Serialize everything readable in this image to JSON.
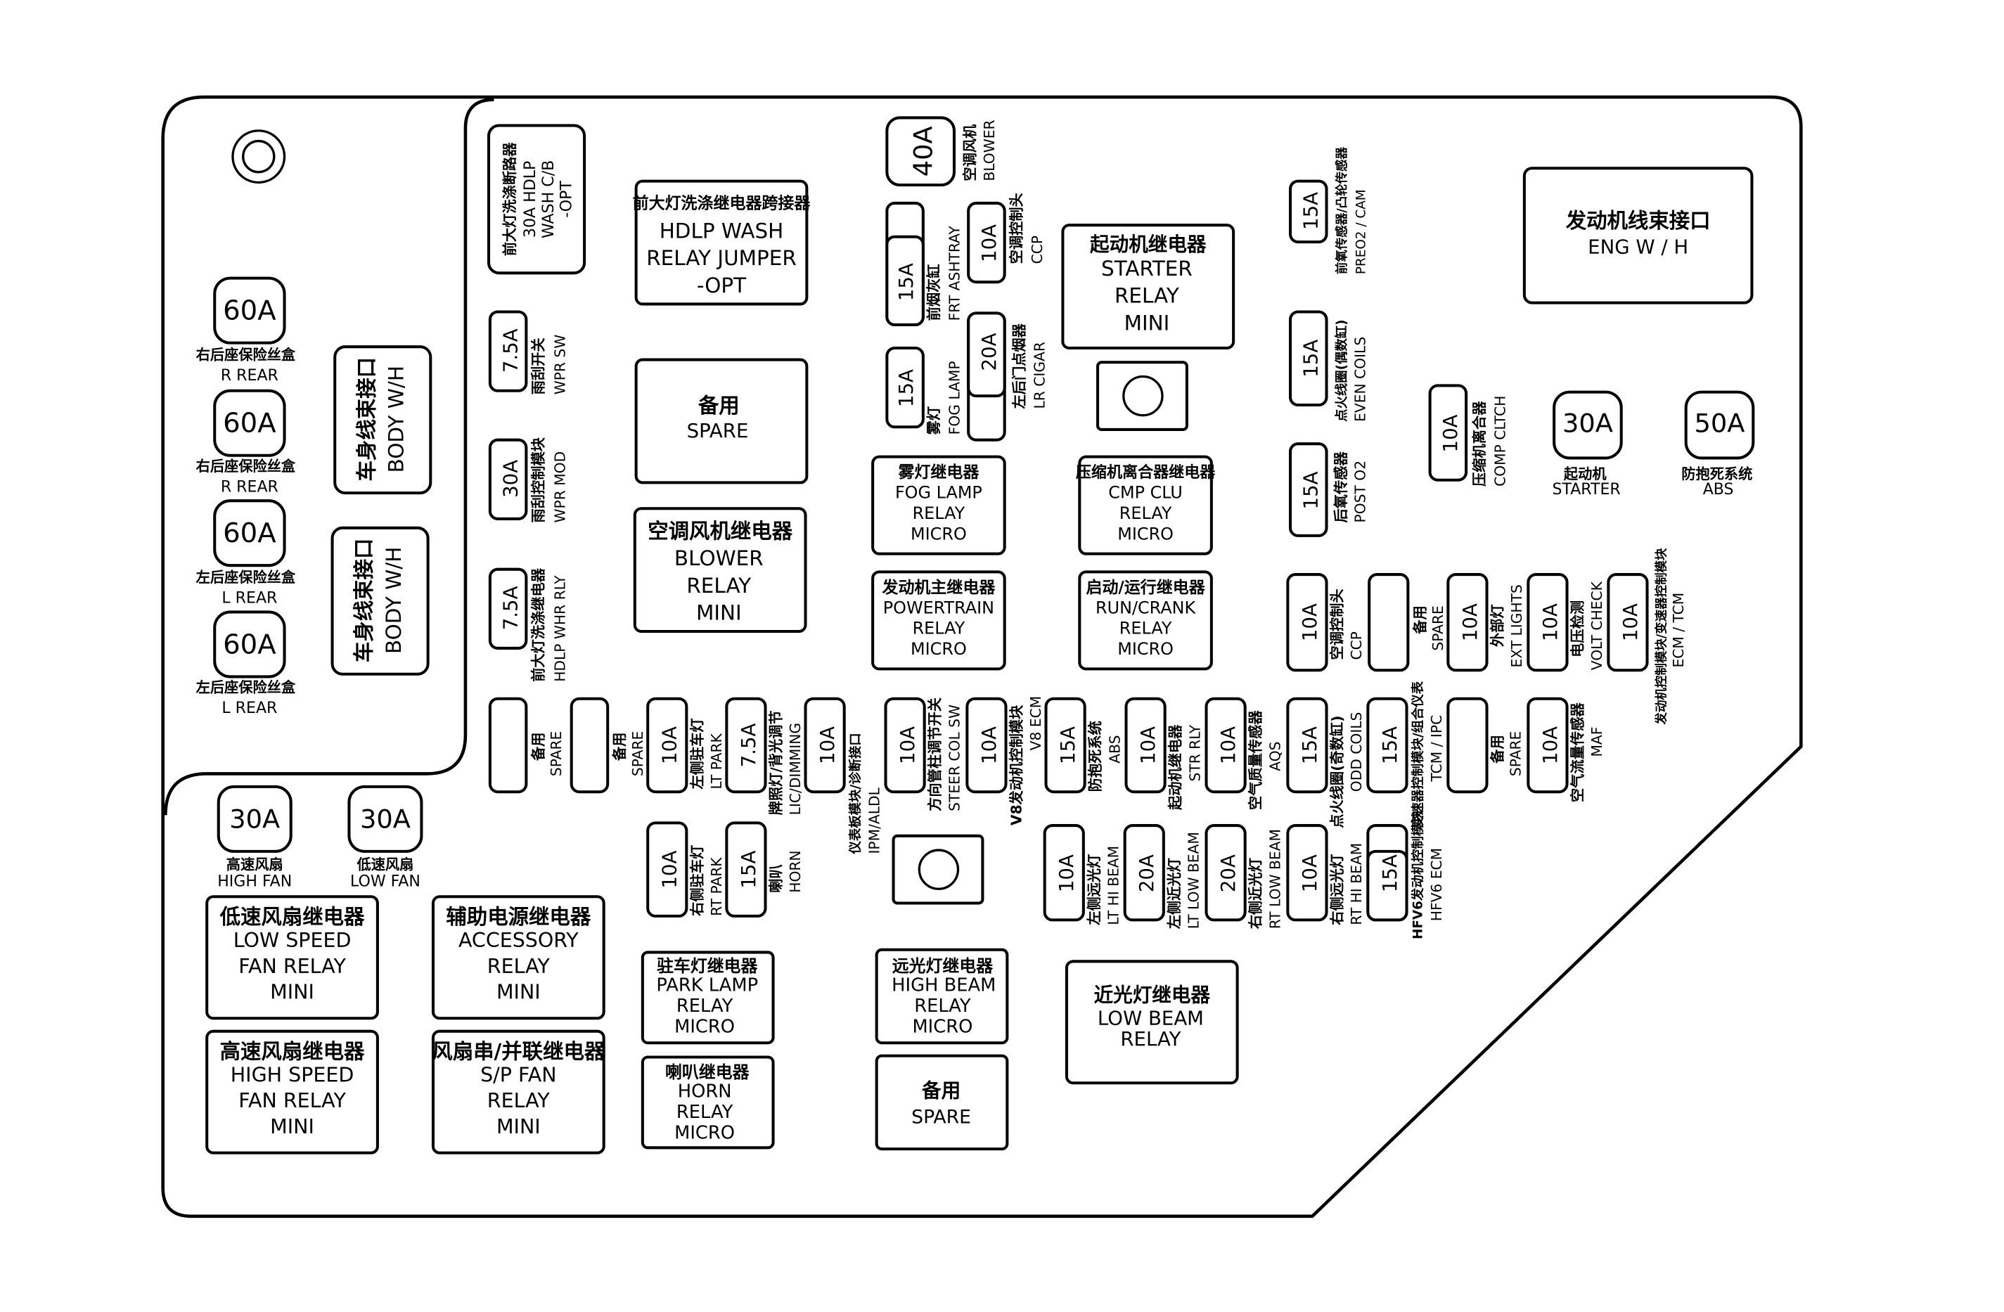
{
  "colors": {
    "ink": "#000000",
    "paper": "#ffffff"
  },
  "connectors": {
    "body_wh_1": {
      "cn": "车身线束接口",
      "en": "BODY W/H"
    },
    "body_wh_2": {
      "cn": "车身线束接口",
      "en": "BODY W/H"
    },
    "eng_wh": {
      "cn": "发动机线束接口",
      "en": "ENG W / H"
    }
  },
  "rear_fuses": [
    {
      "amp": "60A",
      "cn": "右后座保险丝盒",
      "en": "R REAR"
    },
    {
      "amp": "60A",
      "cn": "右后座保险丝盒",
      "en": "R REAR"
    },
    {
      "amp": "60A",
      "cn": "左后座保险丝盒",
      "en": "L REAR"
    },
    {
      "amp": "60A",
      "cn": "左后座保险丝盒",
      "en": "L REAR"
    }
  ],
  "fan_fuses": {
    "high": {
      "amp": "30A",
      "cn": "高速风扇",
      "en": "HIGH FAN"
    },
    "low": {
      "amp": "30A",
      "cn": "低速风扇",
      "en": "LOW FAN"
    }
  },
  "relays": {
    "hdlp_wash_cb": {
      "cn": "前大灯洗涤断路器",
      "l1": "30A HDLP",
      "l2": "WASH C/B",
      "l3": "-OPT"
    },
    "hdlp_wash_jumper": {
      "cn": "前大灯洗涤继电器跨接器",
      "l1": "HDLP WASH",
      "l2": "RELAY JUMPER",
      "l3": "-OPT"
    },
    "spare_a": {
      "cn": "备用",
      "l1": "SPARE"
    },
    "blower": {
      "cn": "空调风机继电器",
      "l1": "BLOWER",
      "l2": "RELAY",
      "l3": "MINI"
    },
    "starter": {
      "cn": "起动机继电器",
      "l1": "STARTER",
      "l2": "RELAY",
      "l3": "MINI"
    },
    "fog_lamp": {
      "cn": "雾灯继电器",
      "l1": "FOG LAMP",
      "l2": "RELAY",
      "l3": "MICRO"
    },
    "cmp_clu": {
      "cn": "压缩机离合器继电器",
      "l1": "CMP CLU",
      "l2": "RELAY",
      "l3": "MICRO"
    },
    "powertrain": {
      "cn": "发动机主继电器",
      "l1": "POWERTRAIN",
      "l2": "RELAY",
      "l3": "MICRO"
    },
    "run_crank": {
      "cn": "启动/运行继电器",
      "l1": "RUN/CRANK",
      "l2": "RELAY",
      "l3": "MICRO"
    },
    "low_speed_fan": {
      "cn": "低速风扇继电器",
      "l1": "LOW SPEED",
      "l2": "FAN RELAY",
      "l3": "MINI"
    },
    "high_speed_fan": {
      "cn": "高速风扇继电器",
      "l1": "HIGH SPEED",
      "l2": "FAN RELAY",
      "l3": "MINI"
    },
    "accessory": {
      "cn": "辅助电源继电器",
      "l1": "ACCESSORY",
      "l2": "RELAY",
      "l3": "MINI"
    },
    "sp_fan": {
      "cn": "风扇串/并联继电器",
      "l1": "S/P FAN",
      "l2": "RELAY",
      "l3": "MINI"
    },
    "park_lamp": {
      "cn": "驻车灯继电器",
      "l1": "PARK LAMP",
      "l2": "RELAY",
      "l3": "MICRO"
    },
    "horn": {
      "cn": "喇叭继电器",
      "l1": "HORN",
      "l2": "RELAY",
      "l3": "MICRO"
    },
    "high_beam": {
      "cn": "远光灯继电器",
      "l1": "HIGH BEAM",
      "l2": "RELAY",
      "l3": "MICRO"
    },
    "spare_b": {
      "cn": "备用",
      "l1": "SPARE"
    },
    "low_beam": {
      "cn": "近光灯继电器",
      "l1": "LOW BEAM",
      "l2": "RELAY"
    }
  },
  "fuses": {
    "blower40": {
      "amp": "40A",
      "cn": "空调风机",
      "en": "BLOWER"
    },
    "ashtray": {
      "amp": "15A",
      "cn": "前烟灰缸",
      "en": "FRT ASHTRAY"
    },
    "ccp_top": {
      "amp": "10A",
      "cn": "空调控制头",
      "en": "CCP"
    },
    "fog": {
      "amp": "15A",
      "cn": "雾灯",
      "en": "FOG LAMP"
    },
    "lr_cigar": {
      "amp": "20A",
      "cn": "左后门点烟器",
      "en": "LR CIGAR"
    },
    "wpr_sw": {
      "amp": "7.5A",
      "cn": "雨刮开关",
      "en": "WPR SW"
    },
    "wpr_mod": {
      "amp": "30A",
      "cn": "雨刮控制模块",
      "en": "WPR MOD"
    },
    "hdlp_whr": {
      "amp": "7.5A",
      "cn": "前大灯洗涤继电器",
      "en": "HDLP WHR RLY"
    },
    "preo2": {
      "amp": "15A",
      "cn": "前氧传感器/凸轮传感器",
      "en": "PREO2 / CAM"
    },
    "even_coils": {
      "amp": "15A",
      "cn": "点火线圈(偶数缸)",
      "en": "EVEN COILS"
    },
    "post_o2": {
      "amp": "15A",
      "cn": "后氧传感器",
      "en": "POST O2"
    },
    "comp_clch": {
      "amp": "10A",
      "cn": "压缩机离合器",
      "en": "COMP CLTCH"
    },
    "starter30": {
      "amp": "30A",
      "cn": "起动机",
      "en": "STARTER"
    },
    "abs50": {
      "amp": "50A",
      "cn": "防抱死系统",
      "en": "ABS"
    },
    "ccp_r": {
      "amp": "10A",
      "cn": "空调控制头",
      "en": "CCP"
    },
    "spare_r": {
      "cn": "备用",
      "en": "SPARE"
    },
    "ext_lights": {
      "amp": "10A",
      "cn": "外部灯",
      "en": "EXT LIGHTS"
    },
    "volt_check": {
      "amp": "10A",
      "cn": "电压检测",
      "en": "VOLT CHECK"
    },
    "ecm_tcm": {
      "amp": "10A",
      "cn": "发动机控制模块/变速器控制模块",
      "en": "ECM / TCM"
    },
    "spare1": {
      "cn": "备用",
      "en": "SPARE"
    },
    "spare2": {
      "cn": "备用",
      "en": "SPARE"
    },
    "lt_park": {
      "amp": "10A",
      "cn": "左侧驻车灯",
      "en": "LT PARK"
    },
    "lic_dim": {
      "amp": "7.5A",
      "cn": "牌照灯/背光调节",
      "en": "LIC/DIMMING"
    },
    "ipm_aldl": {
      "amp": "10A",
      "cn": "仪表板模块/诊断接口",
      "en": "IPM/ALDL"
    },
    "steer_col": {
      "amp": "10A",
      "cn": "方向管柱调节开关",
      "en": "STEER COL SW"
    },
    "v8_ecm": {
      "amp": "10A",
      "cn": "V8发动机控制模块",
      "en": "V8 ECM"
    },
    "abs15": {
      "amp": "15A",
      "cn": "防抱死系统",
      "en": "ABS"
    },
    "str_rly": {
      "amp": "10A",
      "cn": "起动机继电器",
      "en": "STR RLY"
    },
    "aqs": {
      "amp": "10A",
      "cn": "空气质量传感器",
      "en": "AQS"
    },
    "odd_coils": {
      "amp": "15A",
      "cn": "点火线圈(奇数缸)",
      "en": "ODD COILS"
    },
    "tcm_ipc": {
      "amp": "15A",
      "cn": "变速器控制模块/组合仪表",
      "en": "TCM / IPC"
    },
    "spare3": {
      "cn": "备用",
      "en": "SPARE"
    },
    "maf": {
      "amp": "10A",
      "cn": "空气流量传感器",
      "en": "MAF"
    },
    "rt_park": {
      "amp": "10A",
      "cn": "右侧驻车灯",
      "en": "RT PARK"
    },
    "horn15": {
      "amp": "15A",
      "cn": "喇叭",
      "en": "HORN"
    },
    "lt_hi": {
      "amp": "10A",
      "cn": "左侧远光灯",
      "en": "LT HI BEAM"
    },
    "lt_low": {
      "amp": "20A",
      "cn": "左侧近光灯",
      "en": "LT LOW BEAM"
    },
    "rt_low": {
      "amp": "20A",
      "cn": "右侧近光灯",
      "en": "RT LOW BEAM"
    },
    "rt_hi": {
      "amp": "10A",
      "cn": "右侧远光灯",
      "en": "RT HI BEAM"
    },
    "hfv6_ecm": {
      "amp": "15A",
      "cn": "HFV6发动机控制模块",
      "en": "HFV6 ECM"
    }
  }
}
